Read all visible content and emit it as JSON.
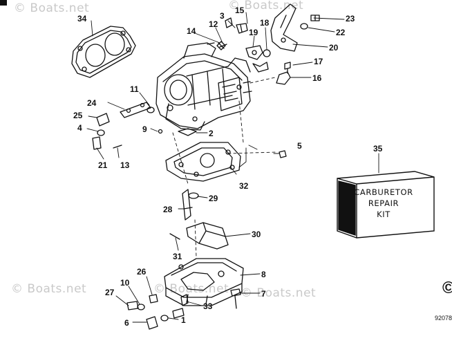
{
  "watermarks": [
    "© Boats.net",
    "© Boats.net",
    "© Boats.net",
    "© Boats.net",
    "© Boats.net"
  ],
  "kit_box": {
    "line1": "CARBURETOR",
    "line2": "REPAIR",
    "line3": "KIT"
  },
  "callouts": {
    "c1": "1",
    "c2": "2",
    "c3": "3",
    "c4": "4",
    "c5": "5",
    "c6": "6",
    "c7": "7",
    "c8": "8",
    "c9": "9",
    "c10": "10",
    "c11": "11",
    "c12": "12",
    "c13": "13",
    "c14": "14",
    "c15": "15",
    "c16": "16",
    "c17": "17",
    "c18": "18",
    "c19": "19",
    "c20": "20",
    "c21": "21",
    "c22": "22",
    "c23": "23",
    "c24": "24",
    "c25": "25",
    "c26": "26",
    "c27": "27",
    "c28": "28",
    "c29": "29",
    "c30": "30",
    "c31": "31",
    "c32": "32",
    "c33": "33",
    "c34": "34",
    "c35": "35"
  },
  "diagram_code": "92078",
  "edge_glyph": "©"
}
